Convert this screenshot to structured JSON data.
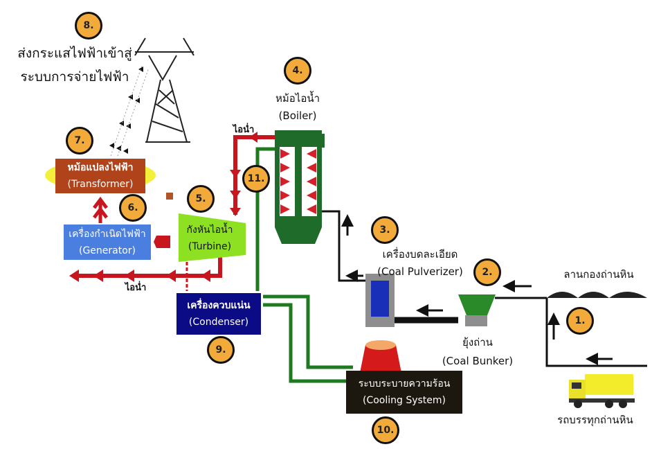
{
  "badges": {
    "b1": "1.",
    "b2": "2.",
    "b3": "3.",
    "b4": "4.",
    "b5": "5.",
    "b6": "6.",
    "b7": "7.",
    "b8": "8.",
    "b9": "9.",
    "b10": "10.",
    "b11": "11."
  },
  "grid_text": {
    "line1": "ส่งกระแสไฟฟ้าเข้าสู่",
    "line2": "ระบบการจ่ายไฟฟ้า"
  },
  "boiler": {
    "th": "หม้อไอน้ำ",
    "en": "(Boiler)"
  },
  "steam_label_top": "ไอน่ำ",
  "steam_label_bottom": "ไอน่ำ",
  "transformer": {
    "th": "หม้อแปลงไฟฟ้า",
    "en": "(Transformer)"
  },
  "generator": {
    "th": "เครื่องกำเนิดไฟฟ้า",
    "en": "(Generator)"
  },
  "turbine": {
    "th": "กังหันไอน้ำ",
    "en": "(Turbine)"
  },
  "condenser": {
    "th": "เครื่องควบแน่น",
    "en": "(Condenser)"
  },
  "cooling": {
    "th": "ระบบระบายความร้อน",
    "en": "(Cooling System)"
  },
  "pulverizer": {
    "th": "เครื่องบดละเอียด",
    "en": "(Coal Pulverizer)"
  },
  "bunker": {
    "th": "ยุ้งถ่าน",
    "en": "(Coal Bunker)"
  },
  "coal_yard": "ลานกองถ่านหิน",
  "truck": "รถบรรทุกถ่านหิน",
  "colors": {
    "badge": "#f2ab3a",
    "steam": "#c8161e",
    "water": "#1e7a1e",
    "boiler": "#1f6b2a",
    "transformer": "#b0431a",
    "generator": "#4a7fe0",
    "turbine": "#8ee022",
    "condenser": "#0b0b85",
    "cooling": "#1c1810"
  }
}
